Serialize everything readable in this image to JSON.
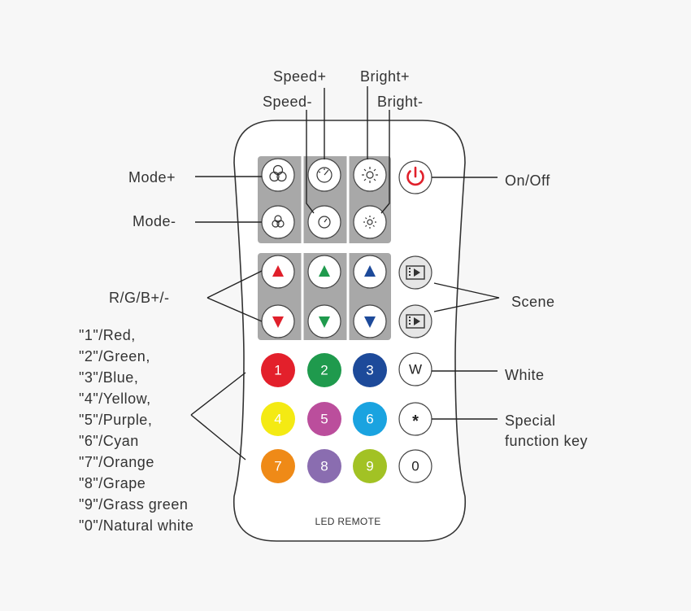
{
  "labels": {
    "speed_plus": "Speed+",
    "speed_minus": "Speed-",
    "bright_plus": "Bright+",
    "bright_minus": "Bright-",
    "mode_plus": "Mode+",
    "mode_minus": "Mode-",
    "on_off": "On/Off",
    "rgb": "R/G/B+/-",
    "scene": "Scene",
    "white": "White",
    "special_1": "Special",
    "special_2": "function key"
  },
  "number_legend": [
    "\"1\"/Red,",
    "\"2\"/Green,",
    "\"3\"/Blue,",
    "\"4\"/Yellow,",
    "\"5\"/Purple,",
    "\"6\"/Cyan",
    "\"7\"/Orange",
    "\"8\"/Grape",
    "\"9\"/Grass green",
    "\"0\"/Natural white"
  ],
  "remote": {
    "brand": "LED REMOTE",
    "color_keys": [
      {
        "label": "1",
        "color": "#e3202b"
      },
      {
        "label": "2",
        "color": "#1f9a4d"
      },
      {
        "label": "3",
        "color": "#1d4a9a"
      },
      {
        "label": "4",
        "color": "#f4ea13"
      },
      {
        "label": "5",
        "color": "#bb4e9c"
      },
      {
        "label": "6",
        "color": "#1aa3e0"
      },
      {
        "label": "7",
        "color": "#ef8a17"
      },
      {
        "label": "8",
        "color": "#8a6db0"
      },
      {
        "label": "9",
        "color": "#a2c224"
      }
    ],
    "white_key": "W",
    "special_key": "*",
    "zero_key": "0",
    "colors": {
      "power": "#e0202b",
      "red": "#e0202b",
      "green": "#1f9a4d",
      "blue": "#1d4a9a",
      "panel": "#a8a8a8"
    }
  }
}
